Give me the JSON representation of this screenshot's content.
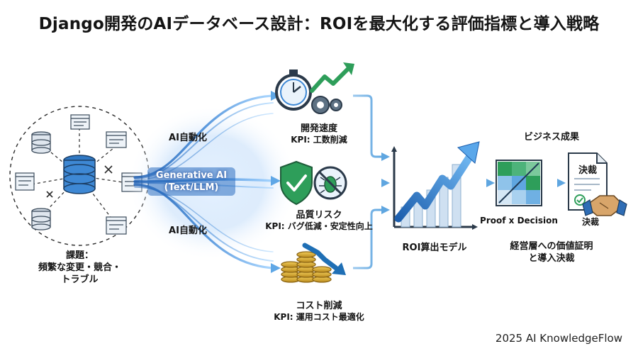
{
  "title": "Django開発のAIデータベース設計：ROIを最大化する評価指標と導入戦略",
  "left": {
    "challenge_title": "課題：",
    "challenge_line1": "頻繁な変更・競合・",
    "challenge_line2": "トラブル"
  },
  "flow": {
    "top_label": "AI自動化",
    "bottom_label": "AI自動化",
    "gen_line1": "Generative AI",
    "gen_line2": "(Text/LLM)"
  },
  "middle": {
    "speed_title": "開発速度",
    "speed_kpi": "KPI: 工数削減",
    "quality_title": "品質リスク",
    "quality_kpi": "KPI: バグ低減・安定性向上",
    "cost_title": "コスト削減",
    "cost_kpi": "KPI: 運用コスト最適化"
  },
  "roi": {
    "label": "ROI算出モデル"
  },
  "right": {
    "section_title": "ビジネス成果",
    "proof_label": "Proof x Decision",
    "decision_label": "決裁",
    "doc_title": "決裁",
    "exec_line1": "経営層への価値証明",
    "exec_line2": "と導入決裁"
  },
  "footer": "2025 AI KnowledgeFlow",
  "colors": {
    "primary_blue": "#1f6fb5",
    "light_blue": "#7fb6e3",
    "green": "#2e9e5a",
    "gold": "#d9a72b",
    "dark": "#2b3a4a"
  }
}
